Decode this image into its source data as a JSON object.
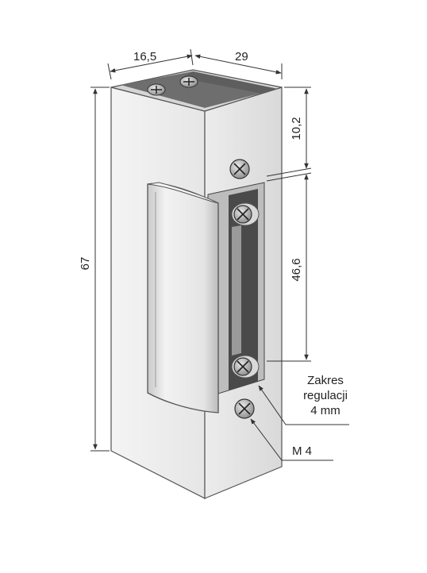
{
  "dimensions": {
    "top_depth": "16,5",
    "top_width": "29",
    "height_total": "67",
    "top_section": "10,2",
    "slot_length": "46,6"
  },
  "callouts": {
    "adjust_line1": "Zakres",
    "adjust_line2": "regulacji",
    "adjust_line3": "4 mm",
    "screw_size": "M 4"
  },
  "colors": {
    "front_face": "#efefef",
    "side_face": "#e2e2e2",
    "top_face": "#6e6e6e",
    "slot": "#4a4a4a",
    "latch": "#dcdcdc"
  }
}
